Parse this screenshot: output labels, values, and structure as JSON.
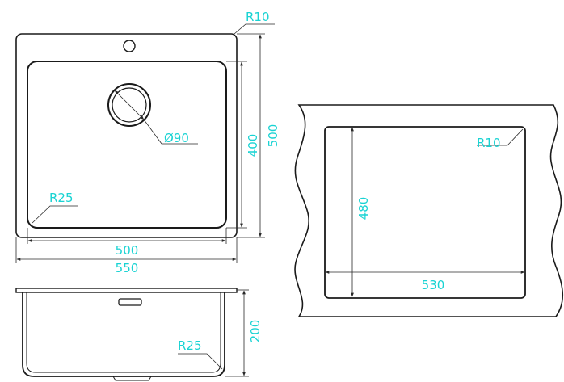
{
  "colors": {
    "dimension_text": "#19d3d3",
    "outline": "#1a1a1a",
    "dimension_line": "#2a2a2a"
  },
  "top_view": {
    "corner_radius": "R10",
    "drain_diameter": "Ø90",
    "inner_corner_radius": "R25",
    "inner_width": "500",
    "outer_width": "550",
    "inner_height": "400",
    "outer_height": "500"
  },
  "side_view": {
    "depth": "200",
    "corner_radius": "R25"
  },
  "cutout_view": {
    "corner_radius": "R10",
    "height": "480",
    "width": "530"
  }
}
